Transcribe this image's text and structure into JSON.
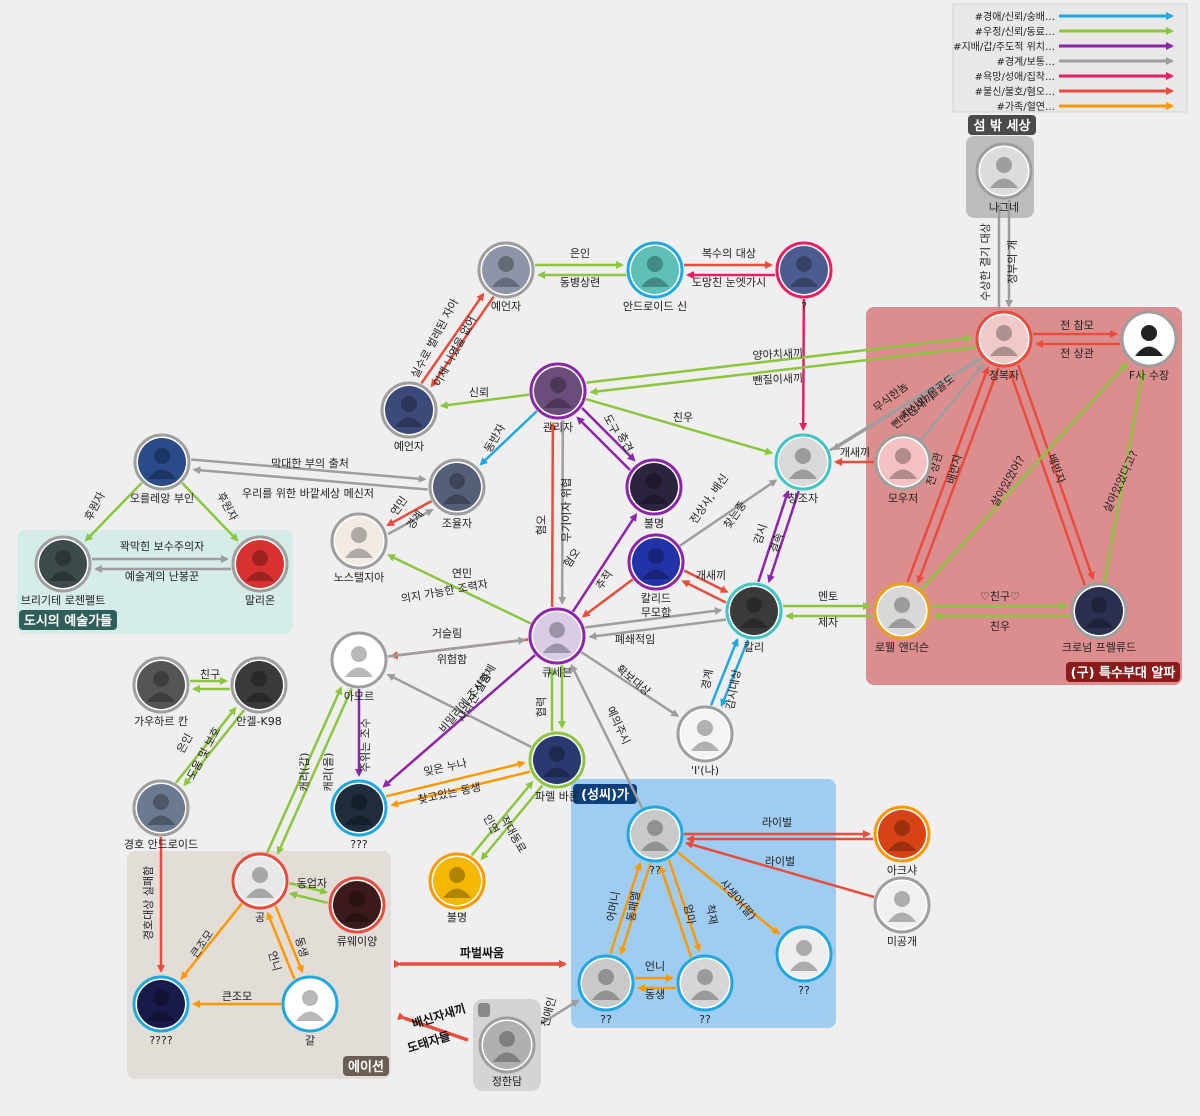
{
  "legend": [
    {
      "label": "#경애/신뢰/숭배…",
      "color": "#1fa8e0"
    },
    {
      "label": "#우정/신뢰/동료…",
      "color": "#8cc63f"
    },
    {
      "label": "#지배/갑/주도적 위치…",
      "color": "#8e24aa"
    },
    {
      "label": "#경계/보통…",
      "color": "#9e9e9e"
    },
    {
      "label": "#욕망/성애/집착…",
      "color": "#e91e63"
    },
    {
      "label": "#불신/불호/혐오…",
      "color": "#e84c3d"
    },
    {
      "label": "#가족/혈연…",
      "color": "#ff9800"
    }
  ],
  "groups": [
    {
      "id": "outside",
      "title": "섬 밖 세상",
      "fill": "#bdbdbd",
      "tag": "#4a4a4a",
      "tagText": "#ffffff"
    },
    {
      "id": "alpha",
      "title": "(구) 특수부대 알파",
      "fill": "#dc8e8e",
      "tag": "#8b1a1a",
      "tagText": "#ffffff"
    },
    {
      "id": "artists",
      "title": "도시의 예술가들",
      "fill": "#d6ece9",
      "tag": "#2f5f5a",
      "tagText": "#ffffff"
    },
    {
      "id": "sung",
      "title": "(성씨)가",
      "fill": "#9fcdf2",
      "tag": "#0d3f7a",
      "tagText": "#ffffff"
    },
    {
      "id": "aeshun",
      "title": "에이션",
      "fill": "#e3ddd8",
      "tag": "#6b5e56",
      "tagText": "#ffffff"
    }
  ],
  "nodes": [
    {
      "id": "nagne",
      "name": "나그네",
      "ring": "#9e9e9e",
      "bg": "#dcdcdc"
    },
    {
      "id": "prophet1",
      "name": "예언자",
      "ring": "#9e9e9e",
      "bg": "#8e95a8"
    },
    {
      "id": "android_god",
      "name": "안드로이드 신",
      "ring": "#1fa8e0",
      "bg": "#5ec0b8"
    },
    {
      "id": "unknown_q",
      "name": "?",
      "ring": "#e91e63",
      "bg": "#4b5c8e"
    },
    {
      "id": "conqueror",
      "name": "정복자",
      "ring": "#e84c3d",
      "bg": "#f0c9c9"
    },
    {
      "id": "f_boss",
      "name": "F사 수장",
      "ring": "#9e9e9e",
      "bg": "#ffffff"
    },
    {
      "id": "prophet2",
      "name": "예언자",
      "ring": "#9e9e9e",
      "bg": "#3c4a7a"
    },
    {
      "id": "manager",
      "name": "관리자",
      "ring": "#8e24aa",
      "bg": "#6a4d7a"
    },
    {
      "id": "creator",
      "name": "창조자",
      "ring": "#40c4c4",
      "bg": "#d9d9d9"
    },
    {
      "id": "mojeo",
      "name": "모우저",
      "ring": "#9e9e9e",
      "bg": "#f4c2c2"
    },
    {
      "id": "orlean",
      "name": "오를레앙 부인",
      "ring": "#9e9e9e",
      "bg": "#2a4a8a"
    },
    {
      "id": "joyulja",
      "name": "조율자",
      "ring": "#9e9e9e",
      "bg": "#556078"
    },
    {
      "id": "bulmyeong1",
      "name": "불명",
      "ring": "#8e24aa",
      "bg": "#2b2340"
    },
    {
      "id": "nostalgia",
      "name": "노스탤지아",
      "ring": "#9e9e9e",
      "bg": "#f2ebe4"
    },
    {
      "id": "brigitte",
      "name": "브리기테 로젠펠트",
      "ring": "#9e9e9e",
      "bg": "#3d4a4c"
    },
    {
      "id": "malion",
      "name": "말리온",
      "ring": "#9e9e9e",
      "bg": "#d93030"
    },
    {
      "id": "khalid",
      "name": "칼리드\n무모함",
      "ring": "#8e24aa",
      "bg": "#2233aa"
    },
    {
      "id": "kalli",
      "name": "칼리",
      "ring": "#40c4c4",
      "bg": "#3a3a3a"
    },
    {
      "id": "lowell",
      "name": "로웰 앤더슨",
      "ring": "#e8a020",
      "bg": "#d8d8d8"
    },
    {
      "id": "cromwell",
      "name": "크로넘 프렐류드",
      "ring": "#9e9e9e",
      "bg": "#2b3050"
    },
    {
      "id": "kyuseben",
      "name": "큐세븐",
      "ring": "#8e24aa",
      "bg": "#d9cde6"
    },
    {
      "id": "amore",
      "name": "아모르",
      "ring": "#9e9e9e",
      "bg": "#ffffff"
    },
    {
      "id": "gauhar",
      "name": "가우하르 칸",
      "ring": "#9e9e9e",
      "bg": "#555555"
    },
    {
      "id": "angel",
      "name": "안겔-K98",
      "ring": "#9e9e9e",
      "bg": "#3a3a3a"
    },
    {
      "id": "i_na",
      "name": "'I'(나)",
      "ring": "#9e9e9e",
      "bg": "#f4f4f4"
    },
    {
      "id": "parel",
      "name": "파렐 바론",
      "ring": "#8cc63f",
      "bg": "#2a3a70"
    },
    {
      "id": "qqq",
      "name": "???",
      "ring": "#1fa8e0",
      "bg": "#1e2c3c"
    },
    {
      "id": "guard",
      "name": "경호 안드로이드",
      "ring": "#9e9e9e",
      "bg": "#6a7a90"
    },
    {
      "id": "gong",
      "name": "공",
      "ring": "#e84c3d",
      "bg": "#e8e8e8"
    },
    {
      "id": "ryuwei",
      "name": "류웨이양",
      "ring": "#e84c3d",
      "bg": "#3a1a1a"
    },
    {
      "id": "bulmyeong2",
      "name": "불명",
      "ring": "#ff9800",
      "bg": "#f5b800"
    },
    {
      "id": "qq_top",
      "name": "??",
      "ring": "#1fa8e0",
      "bg": "#c9c9c9"
    },
    {
      "id": "aksha",
      "name": "아크샤",
      "ring": "#ff9800",
      "bg": "#d84315"
    },
    {
      "id": "migong",
      "name": "미공개",
      "ring": "#9e9e9e",
      "bg": "#f0f0f0"
    },
    {
      "id": "qqqq",
      "name": "????",
      "ring": "#1fa8e0",
      "bg": "#1a1a4a"
    },
    {
      "id": "gal",
      "name": "갈",
      "ring": "#1fa8e0",
      "bg": "#ffffff"
    },
    {
      "id": "qq_a",
      "name": "??",
      "ring": "#1fa8e0",
      "bg": "#c9c9c9"
    },
    {
      "id": "qq_b",
      "name": "??",
      "ring": "#1fa8e0",
      "bg": "#d6d6d6"
    },
    {
      "id": "qq_c",
      "name": "??",
      "ring": "#1fa8e0",
      "bg": "#eeeeee"
    },
    {
      "id": "junghandam",
      "name": "정한담",
      "ring": "#9e9e9e",
      "bg": "#b0b0b0"
    }
  ],
  "labels": {
    "eunin": "은인",
    "dongbyeong": "동병상련",
    "boksu": "복수의 대상",
    "domang": "도망친 눈엣가시",
    "silsu": "실수로 벌레된 자아",
    "ijeneun": "이제 나였을 없어",
    "sinroe": "신뢰",
    "yangachi": "양아치새끼",
    "ppaenjil": "뺀질이새끼",
    "jeonchammo": "전 참모",
    "jeonsanggwan": "전 상관",
    "musihamdo": "무식한놈",
    "ppeonppeon": "뻔뻔한새끼",
    "jasin": "자신의 몰골도",
    "gaesaekki1": "개새끼",
    "dongbanja": "동반자",
    "dogu": "도구",
    "chungyeong": "충견",
    "chinu1": "친우",
    "makdae": "막대한 부의 출처",
    "urireul": "우리를 위한 바깥세상 메신저",
    "huwonja1": "후원자",
    "huwonja2": "후원자",
    "jjakmak": "꽉막힌 보수주의자",
    "yesulgye": "예술계의 난봉꾼",
    "yeonmin1": "연민",
    "gyeonggye1": "경계",
    "gyeonggye2": "경계",
    "mugiryeok": "무기이자 위협",
    "hyeomo": "혐오",
    "chujeok": "추적",
    "jeonsangsa": "전상사, 배신",
    "channeunjung": "찾는중",
    "gamsi": "감시",
    "gyeolsok": "결속",
    "gaesaekki2": "개새끼",
    "mentor": "멘토",
    "jeja": "제자",
    "chingu_heart": "♡친구♡",
    "chinu2": "친우",
    "salahh1": "살아있었어?",
    "salahh2": "살아있었다고?",
    "jeonsanggwan2": "전 상관",
    "bae1": "배반자",
    "bae2": "배반자",
    "susang": "수상한 결기 대상",
    "jeongbu": "정부의 개",
    "yeonmin2": "연민",
    "uiji": "의지 가능한 조력자",
    "geoseullim": "거슬림",
    "wiheomham": "위험함",
    "pyeswae": "폐쇄적임",
    "hwakbo": "확보대상",
    "gyeonggye3": "경계",
    "gamsi_daesang": "감시대상",
    "sarajin": "사라진 실험체",
    "bimil": "비밀리에 조사중",
    "hyeomyeok": "협력",
    "yesanggeum": "예의주시",
    "chingu2": "친구",
    "eunin2": "은인",
    "doum": "도움 및 보호",
    "juui": "주위는 조수",
    "kaeri1": "캐리(갑)",
    "kaeri2": "캐리(을)",
    "ijeun": "잊은 누나",
    "chajgo": "찾고있는 동생",
    "inyeon": "인연",
    "jeokdae": "적대동료",
    "gyeongho_silpae": "경호대상 실패함",
    "keunjomo1": "큰조모",
    "keunjomo2": "큰조모",
    "dongeopja": "동업자",
    "eonni1": "언니",
    "dongsaeng1": "동생",
    "lival1": "라이벌",
    "lival2": "라이벌",
    "saengi": "사생아(딸)",
    "eomeoni": "어머니",
    "dongpaeji": "동패엘",
    "eomma": "엄마",
    "cheokjae": "척재",
    "eonni2": "언니",
    "dongsaeng2": "동생",
    "jeonaein": "전애인",
    "pabyeol": "파벌싸움",
    "baesin": "배신자새끼",
    "domangja": "도태자들"
  }
}
